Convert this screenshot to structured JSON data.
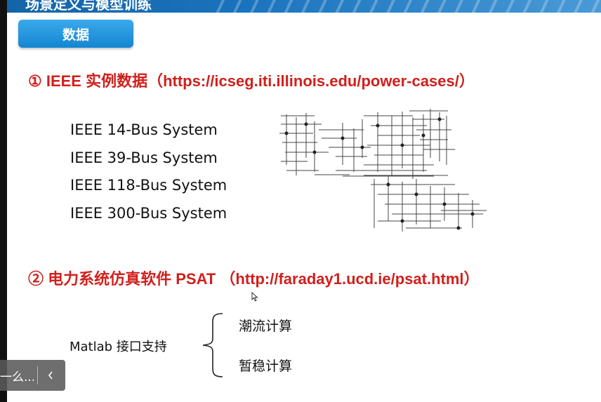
{
  "banner": {
    "title": "场景定义与模型训练"
  },
  "section_tab": {
    "label": "数据"
  },
  "heading1": {
    "text": "① IEEE 实例数据（https://icseg.iti.illinois.edu/power-cases/）"
  },
  "systems": [
    "IEEE 14-Bus System",
    "IEEE 39-Bus System",
    "IEEE 118-Bus System",
    "IEEE 300-Bus System"
  ],
  "heading2": {
    "text": "② 电力系统仿真软件 PSAT （http://faraday1.ucd.ie/psat.html）"
  },
  "matlab": {
    "label": "Matlab 接口支持"
  },
  "calc_items": [
    "潮流计算",
    "暂稳计算"
  ],
  "overlay": {
    "text": "一么...",
    "back_icon": "chevron-left-icon"
  },
  "colors": {
    "heading": "#d0201c",
    "tab": "#1a8ad4",
    "banner": "#1a73bd"
  }
}
